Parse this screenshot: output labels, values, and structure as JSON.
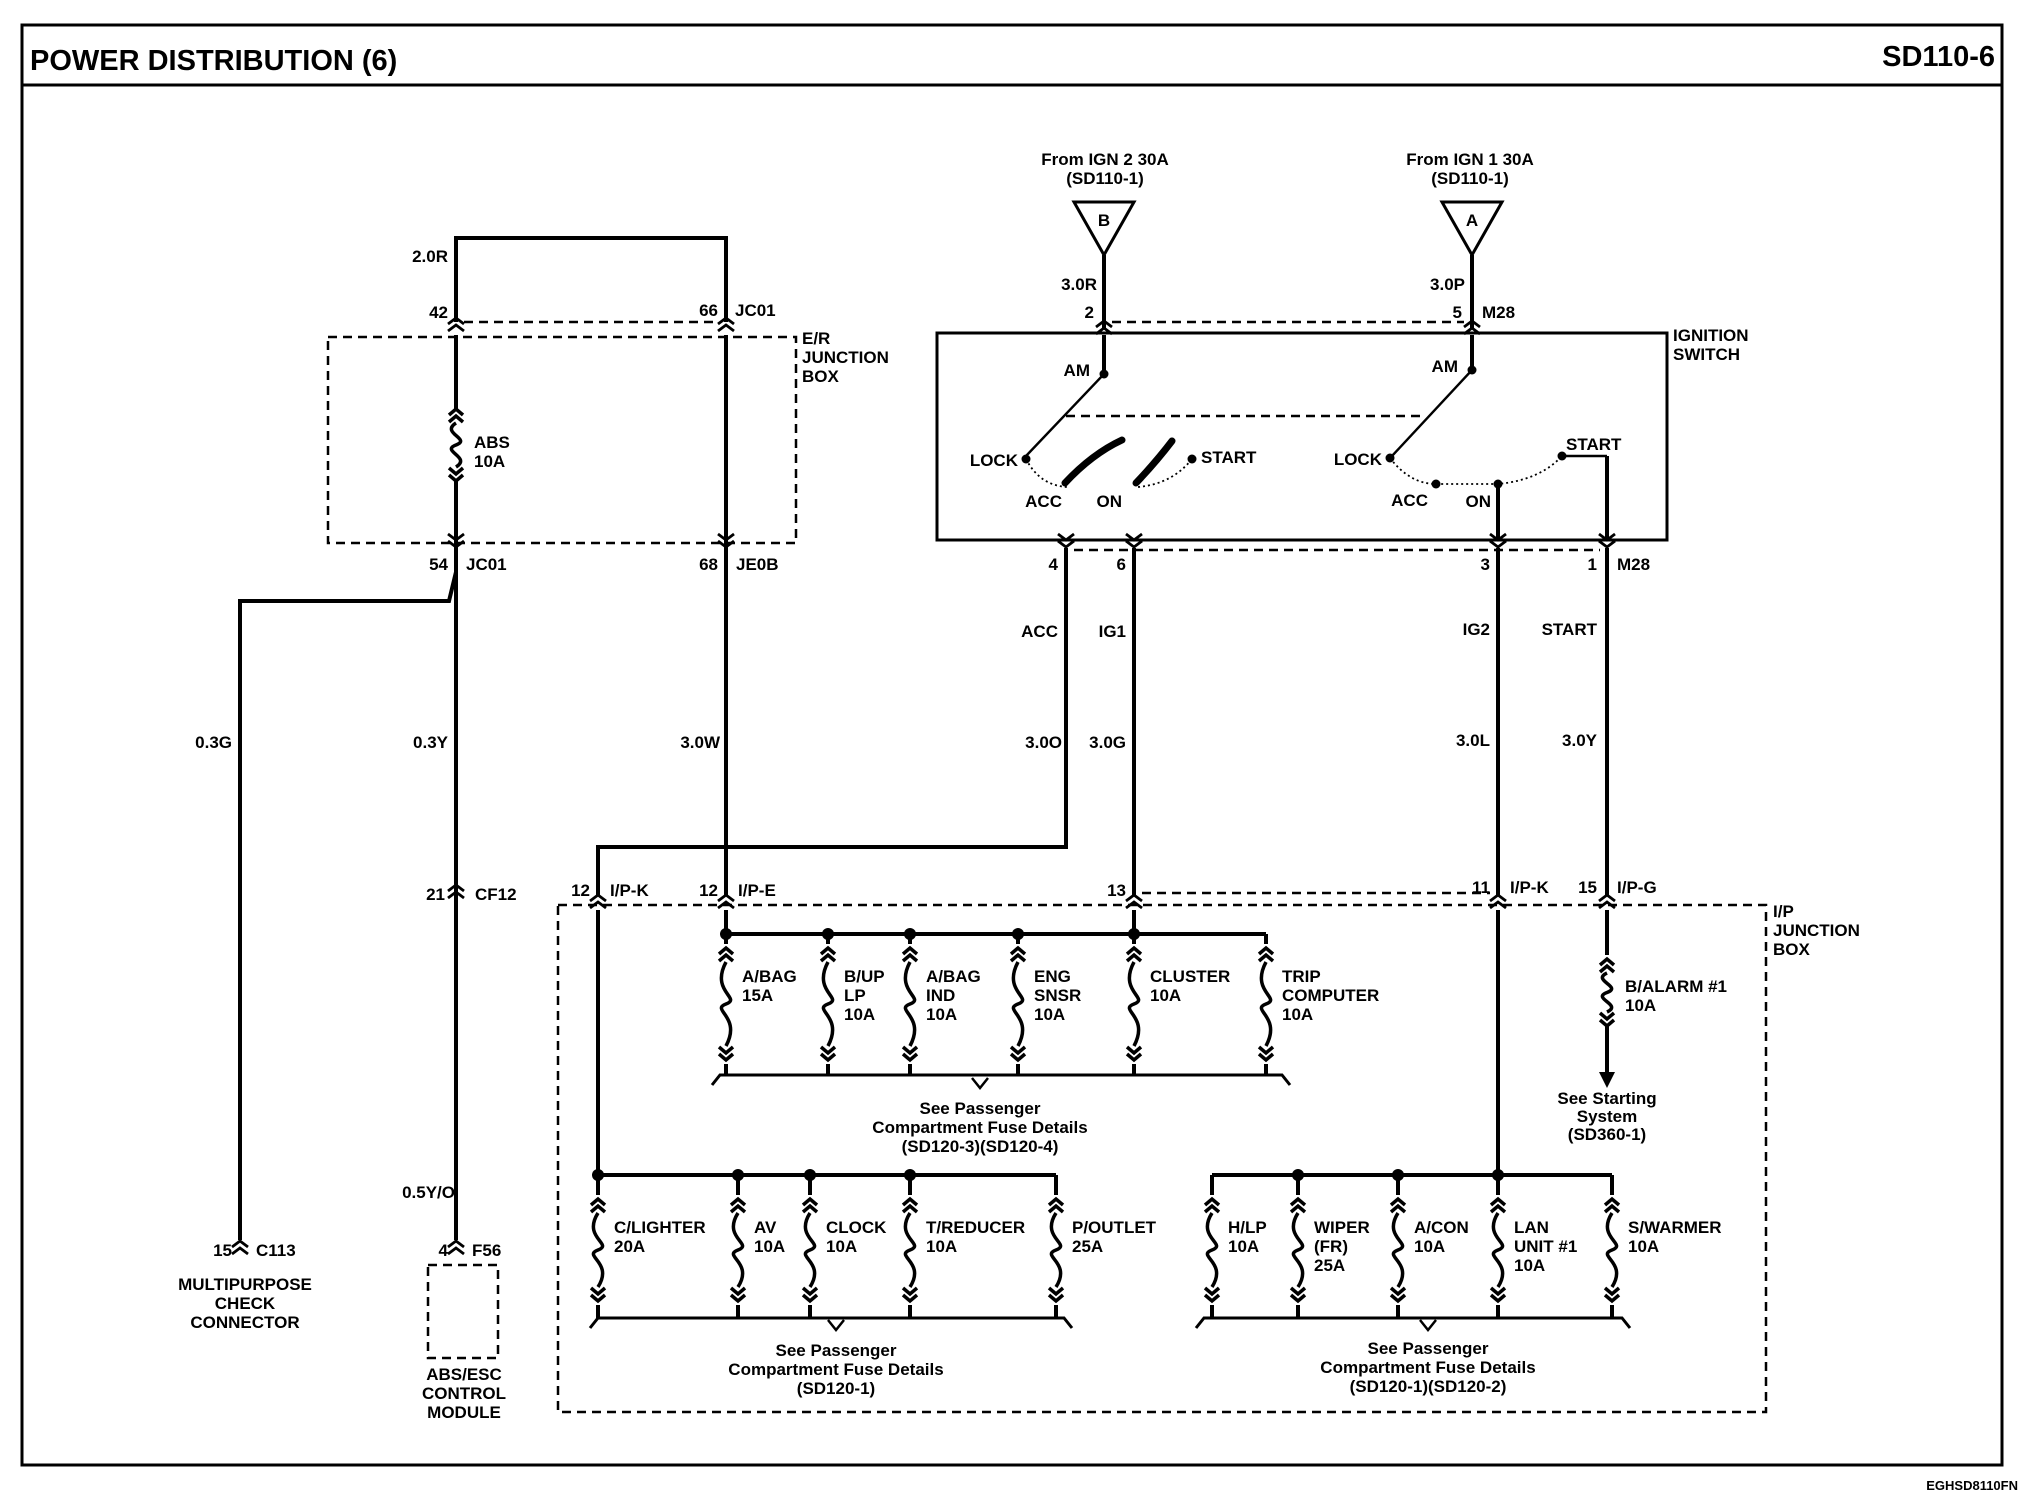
{
  "header": {
    "title": "POWER DISTRIBUTION (6)",
    "code": "SD110-6"
  },
  "footer": {
    "ref": "EGHSD8110FN"
  },
  "sources": {
    "b": {
      "line1": "From IGN 2 30A",
      "line2": "(SD110-1)",
      "letter": "B"
    },
    "a": {
      "line1": "From IGN 1 30A",
      "line2": "(SD110-1)",
      "letter": "A"
    }
  },
  "ignition": {
    "title1": "IGNITION",
    "title2": "SWITCH",
    "am": "AM",
    "lock": "LOCK",
    "acc": "ACC",
    "on": "ON",
    "start": "START",
    "pin2": "2",
    "pin5": "5",
    "connTop": "M28",
    "pin4": "4",
    "pin6": "6",
    "pin3": "3",
    "pin1": "1",
    "connBottom": "M28"
  },
  "er_box": {
    "line1": "E/R",
    "line2": "JUNCTION",
    "line3": "BOX",
    "fuse_name": "ABS",
    "fuse_amp": "10A",
    "pin42": "42",
    "pin66": "66",
    "connTop": "JC01",
    "pin54": "54",
    "connJC": "JC01",
    "pin68": "68",
    "connJE": "JE0B"
  },
  "ip_box": {
    "line1": "I/P",
    "line2": "JUNCTION",
    "line3": "BOX",
    "pinK": "12",
    "connK": "I/P-K",
    "pinE": "12",
    "connE": "I/P-E",
    "pin13": "13",
    "pin11": "11",
    "connK2": "I/P-K",
    "pin15": "15",
    "connG": "I/P-G"
  },
  "wires": {
    "w20r": "2.0R",
    "w03g": "0.3G",
    "w03y": "0.3Y",
    "w30w": "3.0W",
    "w30o": "3.0O",
    "w30g": "3.0G",
    "w30l": "3.0L",
    "w30y": "3.0Y",
    "w30r": "3.0R",
    "w30p": "3.0P",
    "w05yo": "0.5Y/O"
  },
  "circuits": {
    "acc": "ACC",
    "ig1": "IG1",
    "ig2": "IG2",
    "start": "START"
  },
  "connectors": {
    "cf12_pin": "21",
    "cf12": "CF12",
    "c113_pin": "15",
    "c113": "C113",
    "f56_pin": "4",
    "f56": "F56"
  },
  "components": {
    "mpc1": "MULTIPURPOSE",
    "mpc2": "CHECK",
    "mpc3": "CONNECTOR",
    "abs1": "ABS/ESC",
    "abs2": "CONTROL",
    "abs3": "MODULE"
  },
  "fuses_top": [
    {
      "l1": "A/BAG",
      "l2": "15A",
      "l3": ""
    },
    {
      "l1": "B/UP",
      "l2": "LP",
      "l3": "10A"
    },
    {
      "l1": "A/BAG",
      "l2": "IND",
      "l3": "10A"
    },
    {
      "l1": "ENG",
      "l2": "SNSR",
      "l3": "10A"
    },
    {
      "l1": "CLUSTER",
      "l2": "10A",
      "l3": ""
    },
    {
      "l1": "TRIP",
      "l2": "COMPUTER",
      "l3": "10A"
    }
  ],
  "fuses_bottom_left": [
    {
      "l1": "C/LIGHTER",
      "l2": "20A",
      "l3": ""
    },
    {
      "l1": "AV",
      "l2": "10A",
      "l3": ""
    },
    {
      "l1": "CLOCK",
      "l2": "10A",
      "l3": ""
    },
    {
      "l1": "T/REDUCER",
      "l2": "10A",
      "l3": ""
    },
    {
      "l1": "P/OUTLET",
      "l2": "25A",
      "l3": ""
    }
  ],
  "fuses_bottom_right": [
    {
      "l1": "H/LP",
      "l2": "10A",
      "l3": ""
    },
    {
      "l1": "WIPER",
      "l2": "(FR)",
      "l3": "25A"
    },
    {
      "l1": "A/CON",
      "l2": "10A",
      "l3": ""
    },
    {
      "l1": "LAN",
      "l2": "UNIT #1",
      "l3": "10A"
    },
    {
      "l1": "S/WARMER",
      "l2": "10A",
      "l3": ""
    }
  ],
  "balarm": {
    "l1": "B/ALARM #1",
    "l2": "10A"
  },
  "notes": {
    "top": {
      "l1": "See Passenger",
      "l2": "Compartment Fuse Details",
      "l3": "(SD120-3)(SD120-4)"
    },
    "bl": {
      "l1": "See Passenger",
      "l2": "Compartment Fuse Details",
      "l3": "(SD120-1)"
    },
    "br": {
      "l1": "See Passenger",
      "l2": "Compartment Fuse Details",
      "l3": "(SD120-1)(SD120-2)"
    },
    "start": {
      "l1": "See Starting",
      "l2": "System",
      "l3": "(SD360-1)"
    }
  }
}
